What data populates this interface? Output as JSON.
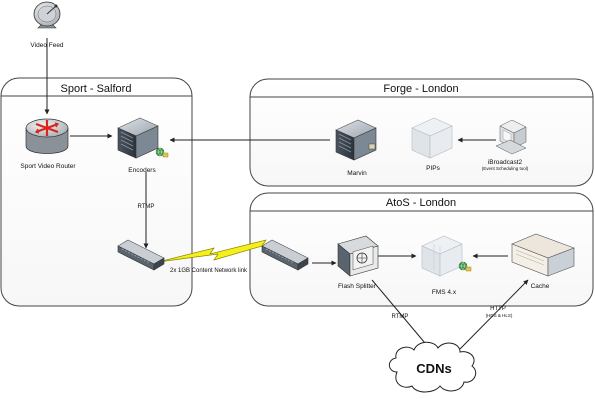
{
  "zones": {
    "salford": "Sport - Salford",
    "forge": "Forge - London",
    "atos": "AtoS - London"
  },
  "nodes": {
    "video_feed": "Video Feed",
    "router": "Sport Video Router",
    "encoders": "Encoders",
    "marvin": "Marvin",
    "pips": "PIPs",
    "ibroadcast": "iBroadcast2",
    "ibroadcast_sub": "(Event Scheduling tool)",
    "flash_splitter": "Flash Splitter",
    "fms": "FMS 4.x",
    "cache": "Cache",
    "cdns": "CDNs"
  },
  "edges": {
    "rtmp_encoders": "RTMP",
    "content_link": "2x 1GB Content Network link",
    "rtmp_cdn": "RTMP",
    "http": "HTTP",
    "http_sub": "(HDS & HLS)"
  }
}
